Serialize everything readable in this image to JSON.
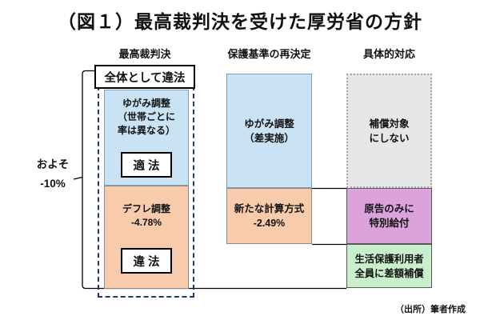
{
  "title": "（図１）最高裁判決を受けた厚労省の方針",
  "columns": {
    "supreme_court_header": "最高裁判決",
    "redetermination_header": "保護基準の再決定",
    "response_header": "具体的対応"
  },
  "left_annotation": {
    "line1": "およそ",
    "line2": "-10%"
  },
  "supreme_court": {
    "overall_verdict": "全体として違法",
    "yugami": {
      "line1": "ゆがみ調整",
      "line2": "（世帯ごとに",
      "line3": "率は異なる）",
      "verdict": "適 法"
    },
    "deflation": {
      "line1": "デフレ調整",
      "line2": "-4.78%",
      "verdict": "違 法"
    }
  },
  "redetermination": {
    "yugami": {
      "line1": "ゆがみ調整",
      "line2": "（差実施）"
    },
    "new_calc": {
      "line1": "新たな計算方式",
      "line2": "-2.49%"
    }
  },
  "response": {
    "no_compensation": {
      "line1": "補償対象",
      "line2": "にしない"
    },
    "plaintiffs_only": {
      "line1": "原告のみに",
      "line2": "特別給付"
    },
    "all_users": {
      "line1": "生活保護利用者",
      "line2": "全員に差額補償"
    }
  },
  "source": "（出所）筆者作成",
  "colors": {
    "blue_fill": "#C9E3F4",
    "orange_fill": "#F8CBAD",
    "purple_fill": "#DCA2DC",
    "green_fill": "#C9EECB",
    "gray_fill": "#E7E6E6",
    "dashed_frame": "#1F3A64",
    "line": "#000000"
  }
}
